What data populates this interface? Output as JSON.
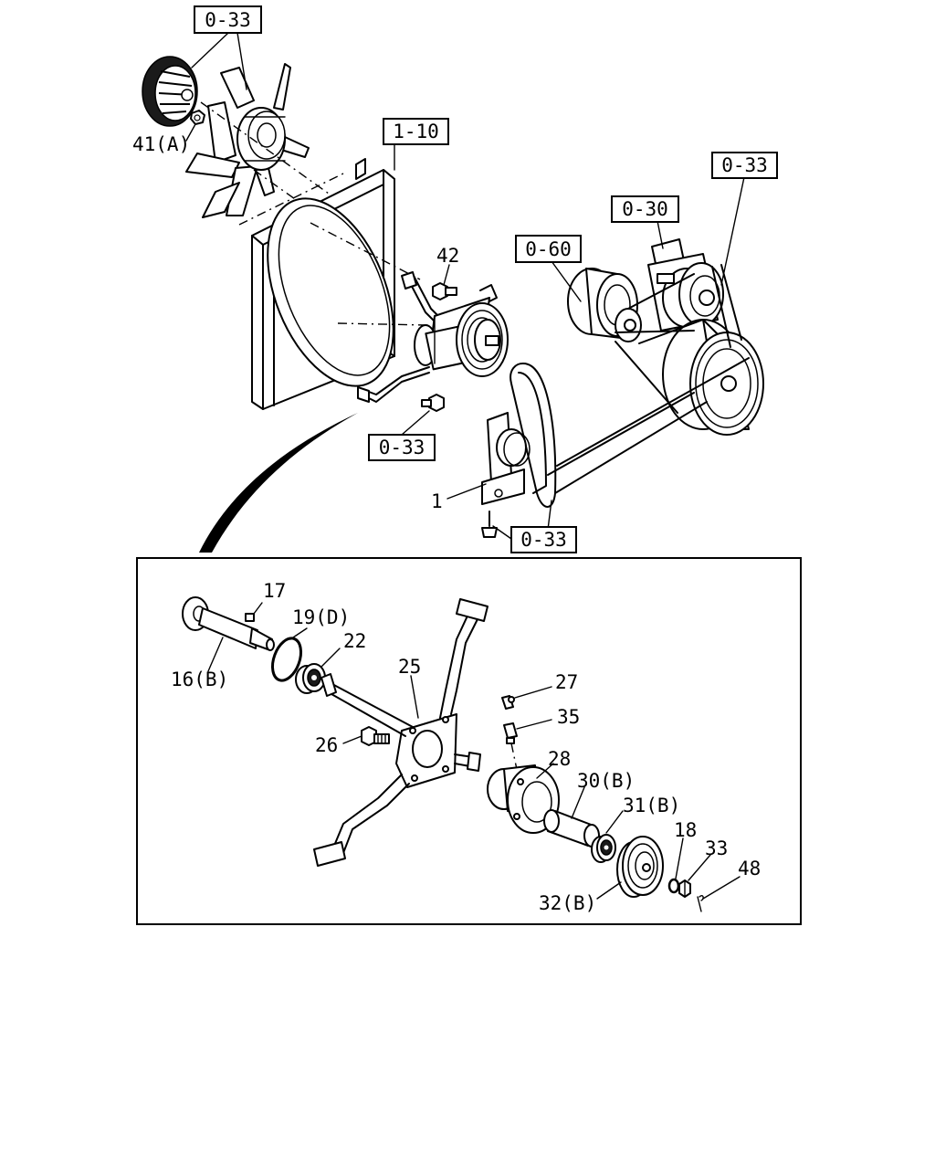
{
  "references": [
    {
      "id": "ref-fan-top",
      "text": "0-33"
    },
    {
      "id": "ref-shroud",
      "text": "1-10"
    },
    {
      "id": "ref-belt-right",
      "text": "0-33"
    },
    {
      "id": "ref-compressor",
      "text": "0-30"
    },
    {
      "id": "ref-alternator",
      "text": "0-60"
    },
    {
      "id": "ref-bolt-lower",
      "text": "0-33"
    },
    {
      "id": "ref-belt-bottom",
      "text": "0-33"
    }
  ],
  "callouts": [
    {
      "id": "c41",
      "text": "41(A)"
    },
    {
      "id": "c42",
      "text": "42"
    },
    {
      "id": "c1",
      "text": "1"
    },
    {
      "id": "c17",
      "text": "17"
    },
    {
      "id": "c19",
      "text": "19(D)"
    },
    {
      "id": "c22",
      "text": "22"
    },
    {
      "id": "c16",
      "text": "16(B)"
    },
    {
      "id": "c25",
      "text": "25"
    },
    {
      "id": "c26",
      "text": "26"
    },
    {
      "id": "c27",
      "text": "27"
    },
    {
      "id": "c35",
      "text": "35"
    },
    {
      "id": "c28",
      "text": "28"
    },
    {
      "id": "c30",
      "text": "30(B)"
    },
    {
      "id": "c31",
      "text": "31(B)"
    },
    {
      "id": "c18",
      "text": "18"
    },
    {
      "id": "c33",
      "text": "33"
    },
    {
      "id": "c48",
      "text": "48"
    },
    {
      "id": "c32",
      "text": "32(B)"
    }
  ]
}
